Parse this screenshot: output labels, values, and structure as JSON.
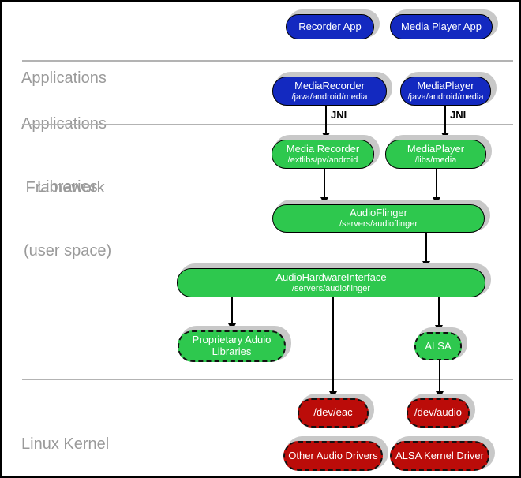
{
  "layer_labels": {
    "applications": {
      "line1": "Applications"
    },
    "framework": {
      "line1": "Applications",
      "line2": " Framework"
    },
    "libraries": {
      "line1": "Libraries",
      "line2": "(user space)"
    },
    "kernel": {
      "line1": "Linux Kernel"
    }
  },
  "nodes": {
    "recorder_app": {
      "label": "Recorder App"
    },
    "media_player_app": {
      "label": "Media Player App"
    },
    "media_recorder_fw": {
      "label": "MediaRecorder",
      "path": "/java/android/media"
    },
    "media_player_fw": {
      "label": "MediaPlayer",
      "path": "/java/android/media"
    },
    "media_recorder_lib": {
      "label": "Media Recorder",
      "path": "/extlibs/pv/android"
    },
    "media_player_lib": {
      "label": "MediaPlayer",
      "path": "/libs/media"
    },
    "audioflinger": {
      "label": "AudioFlinger",
      "path": "/servers/audioflinger"
    },
    "audio_hw_interface": {
      "label": "AudioHardwareInterface",
      "path": "/servers/audioflinger"
    },
    "proprietary_audio": {
      "line1": "Proprietary Aduio",
      "line2": "Libraries"
    },
    "alsa": {
      "label": "ALSA"
    },
    "dev_eac": {
      "label": "/dev/eac"
    },
    "dev_audio": {
      "label": "/dev/audio"
    },
    "other_audio_drivers": {
      "label": "Other Audio Drivers"
    },
    "alsa_kernel_driver": {
      "label": "ALSA Kernel Driver"
    }
  },
  "edge_labels": {
    "jni_left": "JNI",
    "jni_right": "JNI"
  },
  "colors": {
    "app_blue": "#1329c0",
    "user_space_green": "#2ec84e",
    "kernel_red": "#bb0c09",
    "shadow_gray": "#c8c8c8",
    "label_gray": "#9a9a9a",
    "divider_gray": "#b3b3b3"
  }
}
